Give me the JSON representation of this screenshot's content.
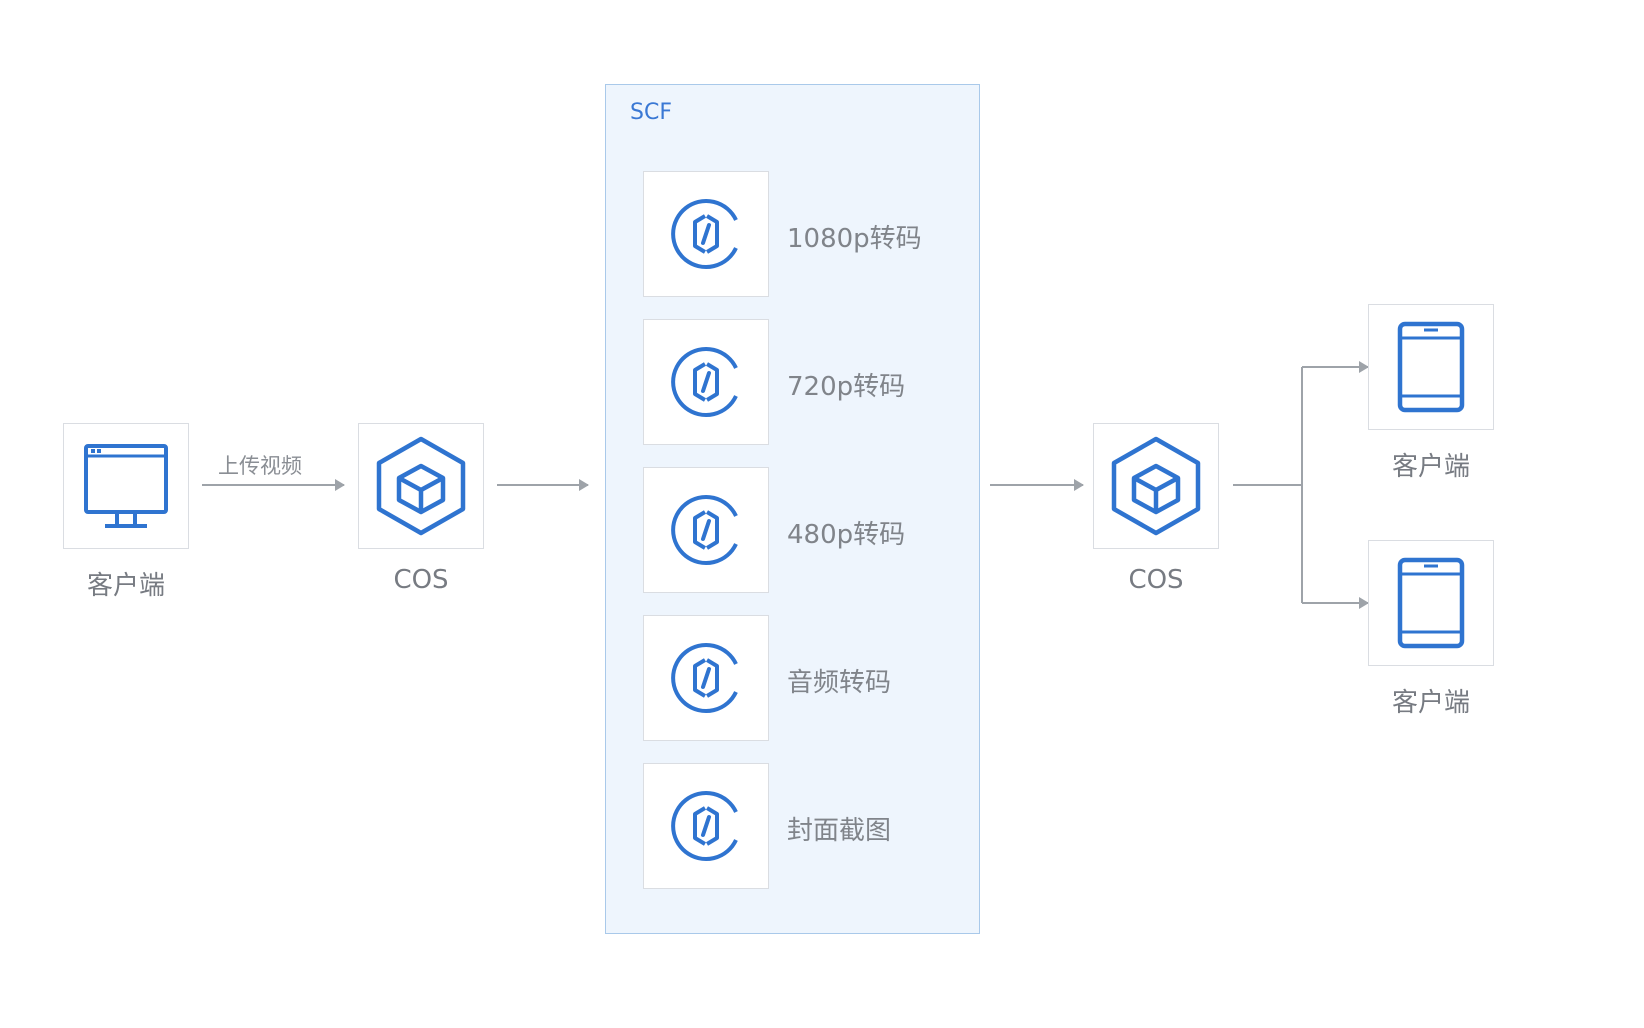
{
  "colors": {
    "accent": "#2f74d0",
    "arrow": "#9ea3a9",
    "group_fill": "#eef5fd",
    "group_border": "#a9c9ea"
  },
  "nodes": {
    "client_src": {
      "label": "客户端",
      "icon": "monitor-icon"
    },
    "cos_in": {
      "label": "COS",
      "icon": "cube-hexagon-icon"
    },
    "cos_out": {
      "label": "COS",
      "icon": "cube-hexagon-icon"
    },
    "client_out_1": {
      "label": "客户端",
      "icon": "tablet-icon"
    },
    "client_out_2": {
      "label": "客户端",
      "icon": "tablet-icon"
    }
  },
  "edge_labels": {
    "upload": "上传视频"
  },
  "scf": {
    "title": "SCF",
    "functions": [
      {
        "label": "1080p转码",
        "icon": "function-code-icon"
      },
      {
        "label": "720p转码",
        "icon": "function-code-icon"
      },
      {
        "label": "480p转码",
        "icon": "function-code-icon"
      },
      {
        "label": "音频转码",
        "icon": "function-code-icon"
      },
      {
        "label": "封面截图",
        "icon": "function-code-icon"
      }
    ]
  }
}
